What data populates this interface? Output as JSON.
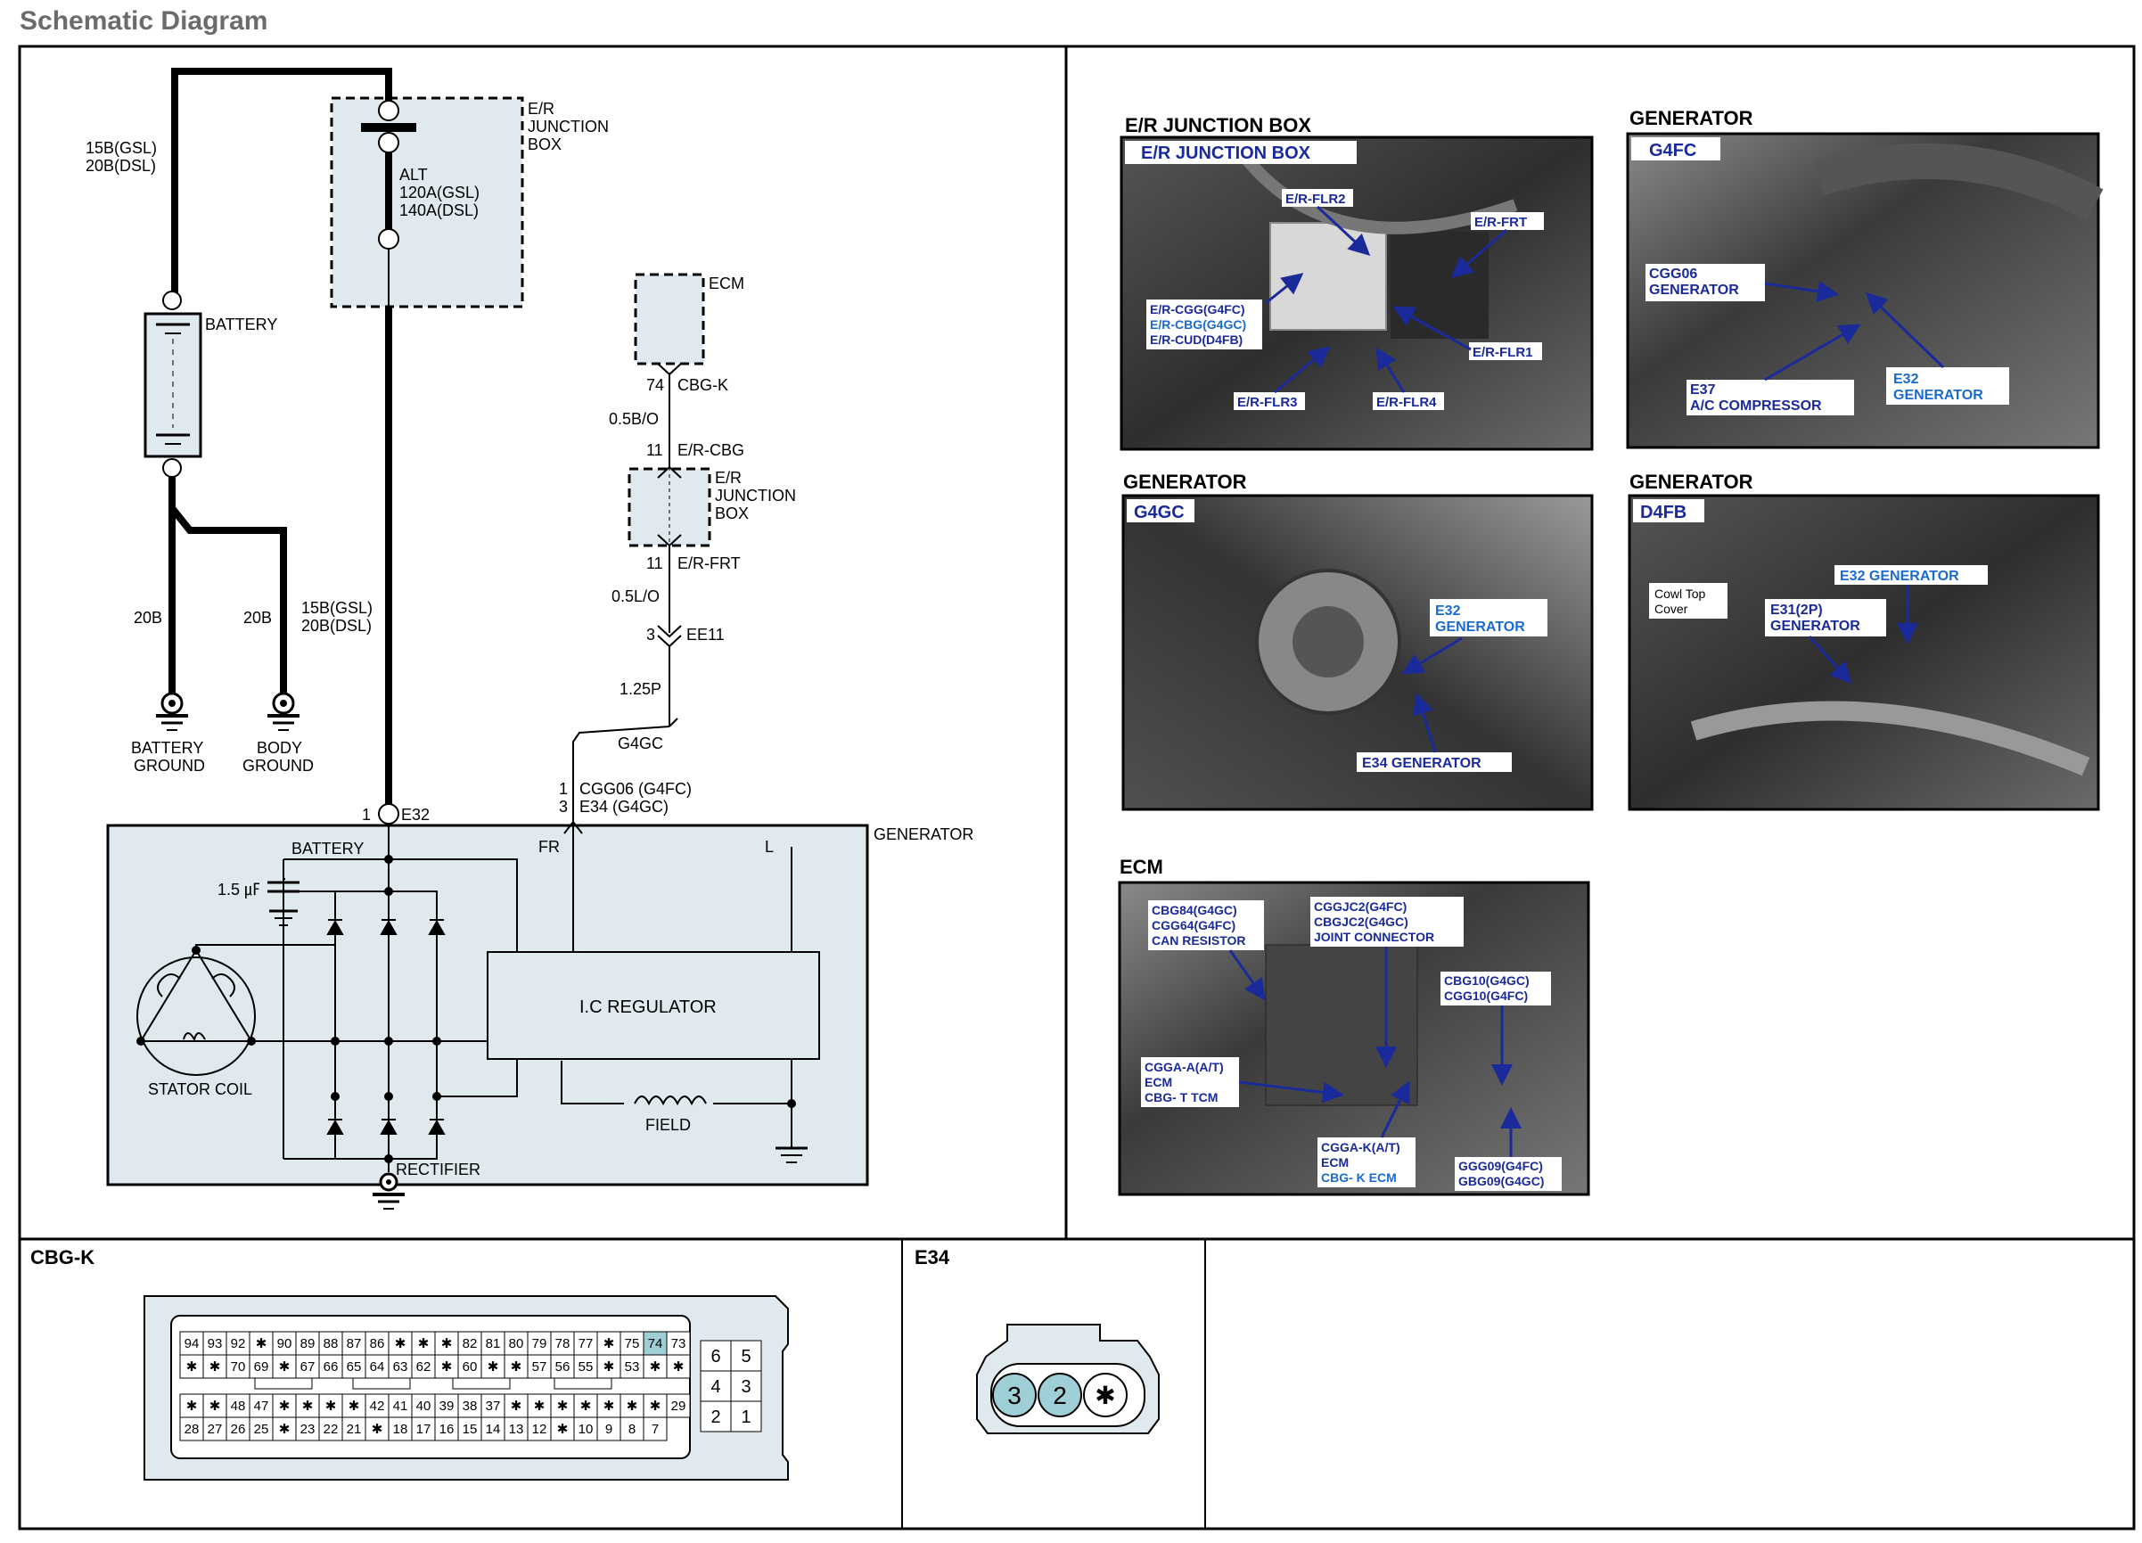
{
  "page_title": "Schematic Diagram",
  "schematic": {
    "power_wire": [
      "15B(GSL)",
      "20B(DSL)"
    ],
    "er_box": [
      "E/R",
      "JUNCTION",
      "BOX"
    ],
    "alt_fuse": [
      "ALT",
      "120A(GSL)",
      "140A(DSL)"
    ],
    "battery": "BATTERY",
    "wire_20b_a": "20B",
    "wire_20b_b": "20B",
    "ground_wire": [
      "15B(GSL)",
      "20B(DSL)"
    ],
    "battery_ground": [
      "BATTERY",
      "GROUND"
    ],
    "body_ground": [
      "BODY",
      "GROUND"
    ],
    "ecm": "ECM",
    "pin_74": "74",
    "cbg_k": "CBG-K",
    "wire_05bo": "0.5B/O",
    "pin_11a": "11",
    "er_cbg": "E/R-CBG",
    "er_box2": [
      "E/R",
      "JUNCTION",
      "BOX"
    ],
    "pin_11b": "11",
    "er_frt": "E/R-FRT",
    "wire_05lo": "0.5L/O",
    "pin_3": "3",
    "ee11": "EE11",
    "wire_125p": "1.25P",
    "g4gc": "G4GC",
    "conn_line1": [
      "1",
      "CGG06  (G4FC)"
    ],
    "conn_line2": [
      "3",
      "E34 (G4GC)"
    ],
    "e32_pin": "1",
    "e32": "E32",
    "generator": "GENERATOR",
    "battery_term": "BATTERY",
    "fr": "FR",
    "l": "L",
    "cap": "1.5 ㎌",
    "regulator": "I.C REGULATOR",
    "stator": "STATOR COIL",
    "field": "FIELD",
    "rectifier": "RECTIFIER"
  },
  "photos": [
    {
      "title": "E/R JUNCTION BOX",
      "tag": "E/R JUNCTION BOX",
      "labels": [
        "E/R-FLR2",
        "E/R-FRT",
        "E/R-CGG(G4FC)",
        "E/R-CBG(G4GC)",
        "E/R-CUD(D4FB)",
        "E/R-FLR1",
        "E/R-FLR3",
        "E/R-FLR4"
      ]
    },
    {
      "title": "GENERATOR",
      "tag": "G4FC",
      "labels": [
        "CGG06",
        "GENERATOR",
        "E37",
        "A/C COMPRESSOR",
        "E32",
        "GENERATOR"
      ]
    },
    {
      "title": "GENERATOR",
      "tag": "G4GC",
      "labels": [
        "E32",
        "GENERATOR",
        "E34 GENERATOR"
      ]
    },
    {
      "title": "GENERATOR",
      "tag": "D4FB",
      "labels": [
        "E32 GENERATOR",
        "Cowl Top",
        "Cover",
        "E31(2P)",
        "GENERATOR"
      ]
    },
    {
      "title": "ECM",
      "labels": [
        "CBG84(G4GC)",
        "CGG64(G4FC)",
        "CAN RESISTOR",
        "CGGJC2(G4FC)",
        "CBGJC2(G4GC)",
        "JOINT CONNECTOR",
        "CBG10(G4GC)",
        "CGG10(G4FC)",
        "CGGA-A(A/T)",
        "ECM",
        "CBG- T TCM",
        "CGGA-K(A/T)",
        "ECM",
        "CBG- K ECM",
        "GGG09(G4FC)",
        "GBG09(G4GC)"
      ]
    }
  ],
  "connectors": {
    "cbgk": {
      "title": "CBG-K",
      "rows": [
        [
          "94",
          "93",
          "92",
          "✱",
          "90",
          "89",
          "88",
          "87",
          "86",
          "✱",
          "✱",
          "✱",
          "82",
          "81",
          "80",
          "79",
          "78",
          "77",
          "✱",
          "75",
          "74",
          "73"
        ],
        [
          "✱",
          "✱",
          "70",
          "69",
          "✱",
          "67",
          "66",
          "65",
          "64",
          "63",
          "62",
          "✱",
          "60",
          "✱",
          "✱",
          "57",
          "56",
          "55",
          "✱",
          "53",
          "✱",
          "✱"
        ],
        [
          "✱",
          "✱",
          "48",
          "47",
          "✱",
          "✱",
          "✱",
          "✱",
          "42",
          "41",
          "40",
          "39",
          "38",
          "37",
          "✱",
          "✱",
          "✱",
          "✱",
          "✱",
          "✱",
          "✱",
          "29"
        ],
        [
          "28",
          "27",
          "26",
          "25",
          "✱",
          "23",
          "22",
          "21",
          "✱",
          "18",
          "17",
          "16",
          "15",
          "14",
          "13",
          "12",
          "✱",
          "10",
          "9",
          "8",
          "7"
        ]
      ],
      "small_rows": [
        [
          "6",
          "5"
        ],
        [
          "4",
          "3"
        ],
        [
          "2",
          "1"
        ]
      ]
    },
    "e34": {
      "title": "E34",
      "pins": [
        "3",
        "2",
        "✱"
      ]
    }
  },
  "colors": {
    "panel_fill": "#dfe9ee",
    "frame": "#000000",
    "photo_bg": "#3a3a3a",
    "label_blue": "#1a2a9a",
    "pin_highlight": "#9fcfd6"
  }
}
